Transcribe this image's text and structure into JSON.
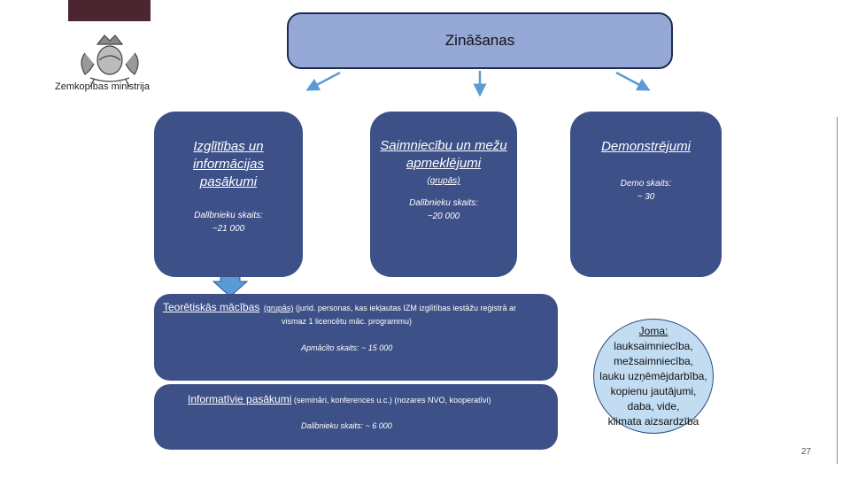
{
  "logo": {
    "text": "Zemkopības ministrija"
  },
  "top": {
    "title": "Zināšanas"
  },
  "cards": [
    {
      "title": "Izglītības un informācijas pasākumi",
      "sub": "",
      "stat_label": "Dalībnieku skaits:",
      "stat_value": "~21 000"
    },
    {
      "title": "Saimniecību un mežu apmeklējumi",
      "sub": "(grupās)",
      "stat_label": "Dalībnieku skaits:",
      "stat_value": "~20 000"
    },
    {
      "title": "Demonstrējumi",
      "sub": "",
      "stat_label": "Demo skaits:",
      "stat_value": "~ 30"
    }
  ],
  "theory": {
    "head": "Teorētiskās mācības",
    "grupas": "(grupās)",
    "desc1": " (jurid. personas, kas iekļautas IZM izglītības iestāžu reģistrā ar",
    "desc2": "vismaz 1 licencētu māc. programmu)",
    "stat": "Apmācīto skaits: ~ 15 000"
  },
  "info": {
    "head": "Informatīvie pasākumi",
    "desc": " (semināri, konferences u.c.) (nozares NVO, kooperatīvi)",
    "stat": "Dalībnieku skaits: ~ 6 000"
  },
  "joma": {
    "label": "Joma:",
    "lines": [
      "lauksaimniecība,",
      "mežsaimniecība,",
      "lauku uzņēmējdarbība,",
      "kopienu jautājumi,",
      "daba, vide,",
      "klimata aizsardzība"
    ]
  },
  "page": {
    "number": "27"
  },
  "colors": {
    "card": "#3d5087",
    "top_box": "#95a8d6",
    "ellipse": "#c2dcf1",
    "arrow": "#5b9bd5"
  }
}
